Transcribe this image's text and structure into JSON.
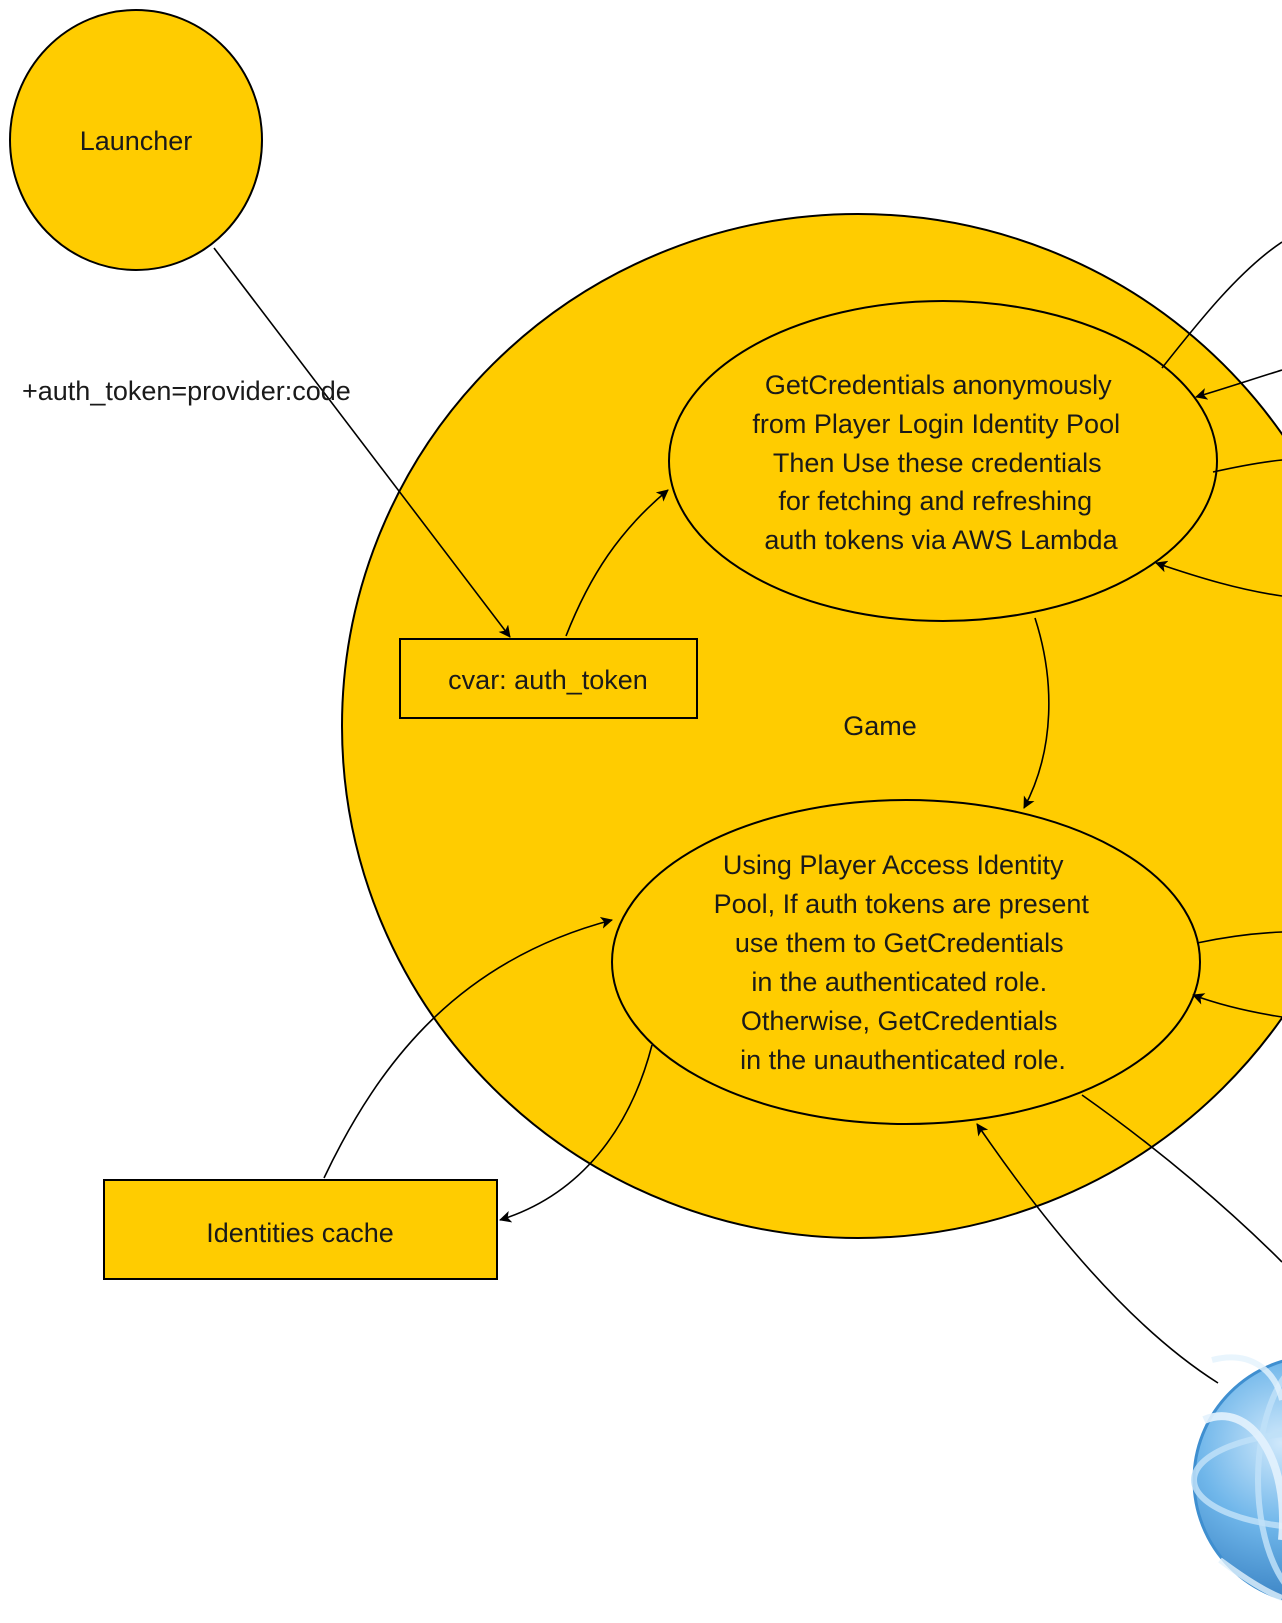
{
  "diagram": {
    "nodes": {
      "launcher": {
        "label": "Launcher"
      },
      "game": {
        "label": "Game"
      },
      "cvar": {
        "label": "cvar: auth_token"
      },
      "identities_cache": {
        "label": "Identities cache"
      },
      "login_ellipse": {
        "lines": [
          "GetCredentials anonymously",
          "from Player Login Identity Pool",
          "Then Use these credentials",
          "for fetching and refreshing",
          "auth tokens via AWS Lambda"
        ]
      },
      "access_ellipse": {
        "lines": [
          "Using Player Access Identity",
          "Pool, If auth tokens are present",
          "use them to GetCredentials",
          "in the authenticated role.",
          "Otherwise, GetCredentials",
          "in the unauthenticated role."
        ]
      }
    },
    "edge_labels": {
      "launcher_to_cvar": "+auth_token=provider:code"
    },
    "colors": {
      "node_fill": "#ffcc00",
      "stroke": "#000000",
      "globe": "#4a9ad8"
    },
    "icons": [
      "globe-icon"
    ]
  }
}
